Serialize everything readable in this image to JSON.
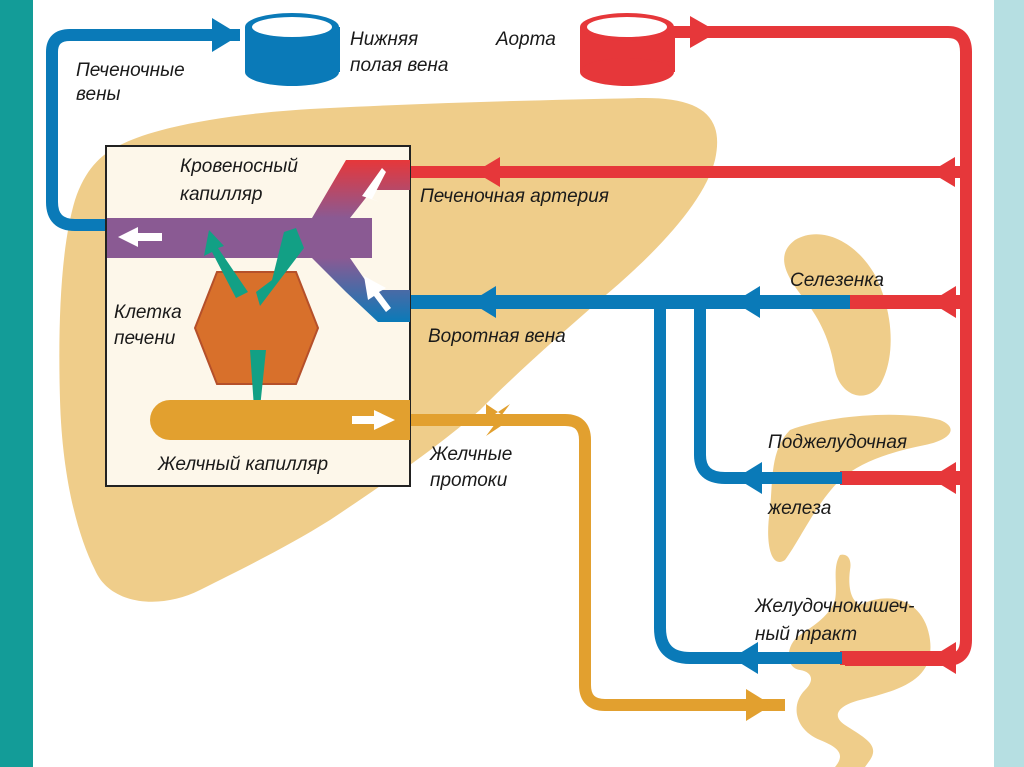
{
  "colors": {
    "left_band": "#139c98",
    "right_band": "#b6dfe2",
    "organ": "#efcd8a",
    "detail_box_fill": "#fdf7ea",
    "vein": "#0a7ab8",
    "artery": "#e6373a",
    "bile": "#e2a02f",
    "capillary": "#8a5a93",
    "liver_cell": "#d8702b",
    "transport_arrow": "#12a085",
    "flow_arrow": "#ffffff"
  },
  "labels": {
    "hepatic_veins_line1": "Печеночные",
    "hepatic_veins_line2": "вены",
    "ivc_line1": "Нижняя",
    "ivc_line2": "полая вена",
    "aorta": "Аорта",
    "blood_capillary_line1": "Кровеносный",
    "blood_capillary_line2": "капилляр",
    "hepatic_artery": "Печеночная артерия",
    "liver_cell_line1": "Клетка",
    "liver_cell_line2": "печени",
    "portal_vein": "Воротная вена",
    "bile_capillary": "Желчный капилляр",
    "bile_ducts_line1": "Желчные",
    "bile_ducts_line2": "протоки",
    "spleen": "Селезенка",
    "pancreas_line1": "Поджелудочная",
    "pancreas_line2": "железа",
    "gi_tract_line1": "Желудочнокишеч-",
    "gi_tract_line2": "ный  тракт"
  }
}
